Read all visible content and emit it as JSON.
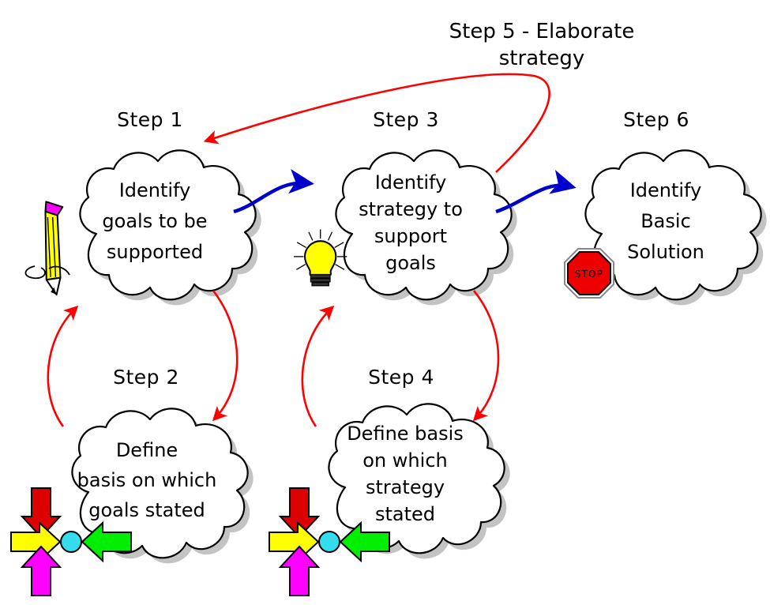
{
  "diagram": {
    "title": "Step 5 - Elaborate strategy",
    "title_line1": "Step 5 - Elaborate",
    "title_line2": "strategy",
    "background_color": "#ffffff",
    "colors": {
      "forward_arrow": "#0000cc",
      "feedback_arrow": "#ff0000",
      "cloud_fill": "#ffffff",
      "cloud_stroke": "#000000",
      "cloud_shadow": "#b9b9b9",
      "pencil_body": "#ffff00",
      "pencil_eraser": "#ff00ff",
      "bulb": "#ffff00",
      "stop_sign": "#ee0000",
      "converge_up": "#ff00ff",
      "converge_down": "#dd0000",
      "converge_right": "#ffff00",
      "converge_left": "#00ee00",
      "converge_hub": "#33ddee"
    }
  },
  "nodes": {
    "step1": {
      "label": "Step 1",
      "line1": "Identify",
      "line2": "goals to be",
      "line3": "supported",
      "icon": "pencil-icon"
    },
    "step2": {
      "label": "Step 2",
      "line1": "Define",
      "line2": "basis on which",
      "line3": "goals stated",
      "icon": "converging-arrows-icon"
    },
    "step3": {
      "label": "Step 3",
      "line1": "Identify",
      "line2": "strategy to",
      "line3": "support",
      "line4": "goals",
      "icon": "lightbulb-icon"
    },
    "step4": {
      "label": "Step 4",
      "line1": "Define basis",
      "line2": "on which",
      "line3": "strategy",
      "line4": "stated",
      "icon": "converging-arrows-icon"
    },
    "step5": {
      "label": "Step 5 - Elaborate",
      "label2": "strategy"
    },
    "step6": {
      "label": "Step 6",
      "line1": "Identify",
      "line2": "Basic",
      "line3": "Solution",
      "icon": "stop-sign-icon"
    }
  },
  "icons": {
    "stop_sign_text": "STOP"
  },
  "edges": [
    {
      "name": "step1-to-step3",
      "from": "step1",
      "to": "step3",
      "color": "#0000cc",
      "style": "curved-arrow"
    },
    {
      "name": "step3-to-step6",
      "from": "step3",
      "to": "step6",
      "color": "#0000cc",
      "style": "curved-arrow"
    },
    {
      "name": "step1-to-step2",
      "from": "step1",
      "to": "step2",
      "color": "#ff0000",
      "style": "curved-arrow"
    },
    {
      "name": "step2-to-step1",
      "from": "step2",
      "to": "step1",
      "color": "#ff0000",
      "style": "curved-arrow"
    },
    {
      "name": "step3-to-step4",
      "from": "step3",
      "to": "step4",
      "color": "#ff0000",
      "style": "curved-arrow"
    },
    {
      "name": "step4-to-step3",
      "from": "step4",
      "to": "step3",
      "color": "#ff0000",
      "style": "curved-arrow"
    },
    {
      "name": "step3-to-step1-feedback",
      "from": "step3",
      "to": "step1",
      "color": "#ff0000",
      "style": "long-loop-arrow"
    }
  ]
}
